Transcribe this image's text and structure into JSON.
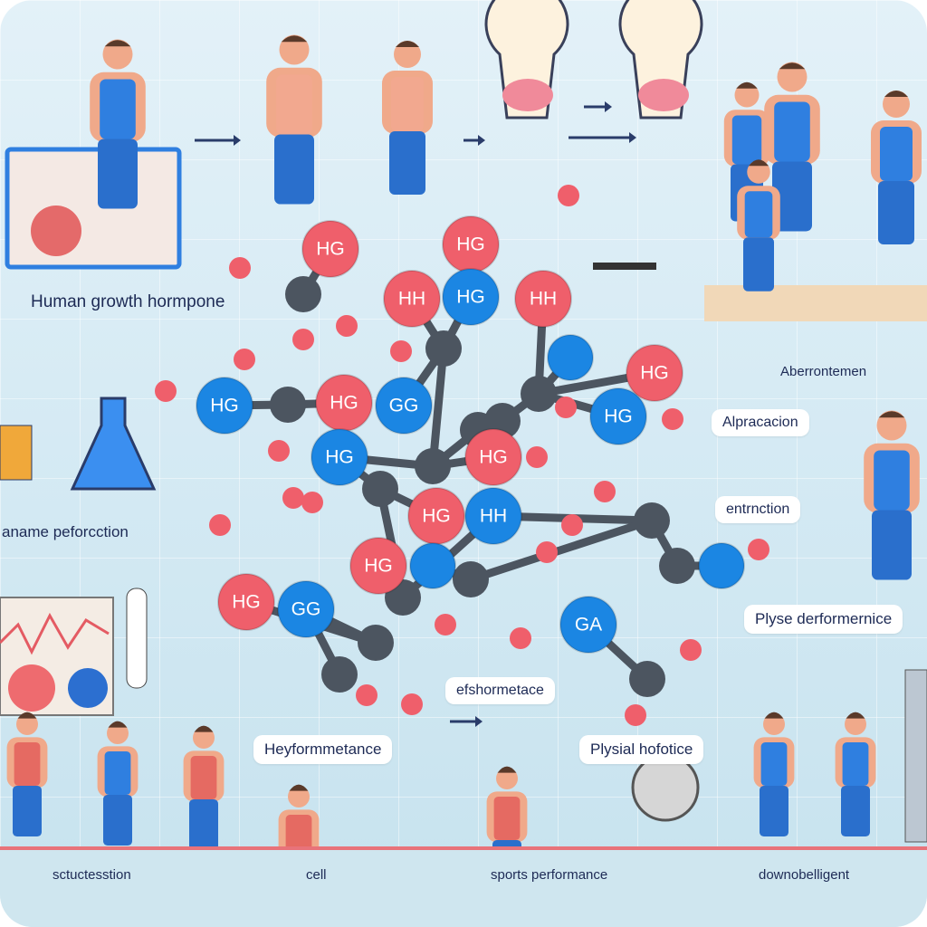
{
  "labels": {
    "hgh_title": "Human growth hormpone",
    "left_caption": "aname peforcction",
    "right_top_caption": "Aberrontemen",
    "bubble_alteration": "Alpracacion",
    "bubble_extraction": "entrnction",
    "bubble_physical": "Plyse derformernice",
    "bubble_center": "efshormetace",
    "bubble_heyformance": "Heyformmetance",
    "bubble_physial": "Plysial hofotice",
    "footer_1": "sctuctesstion",
    "footer_2": "cell",
    "footer_3": "sports performance",
    "footer_4": "downobelligent"
  },
  "atoms": [
    {
      "label": "HG",
      "color": "red"
    },
    {
      "label": "HG",
      "color": "red"
    },
    {
      "label": "HH",
      "color": "red"
    },
    {
      "label": "HG",
      "color": "blue"
    },
    {
      "label": "HH",
      "color": "red"
    },
    {
      "label": "",
      "color": "blue"
    },
    {
      "label": "HG",
      "color": "red"
    },
    {
      "label": "HG",
      "color": "blue"
    },
    {
      "label": "HG",
      "color": "red"
    },
    {
      "label": "GG",
      "color": "blue"
    },
    {
      "label": "HG",
      "color": "blue"
    },
    {
      "label": "HG",
      "color": "blue"
    },
    {
      "label": "HG",
      "color": "red"
    },
    {
      "label": "HG",
      "color": "red"
    },
    {
      "label": "HH",
      "color": "blue"
    },
    {
      "label": "HG",
      "color": "red"
    },
    {
      "label": "",
      "color": "blue"
    },
    {
      "label": "HG",
      "color": "red"
    },
    {
      "label": "GG",
      "color": "blue"
    },
    {
      "label": "GA",
      "color": "blue"
    },
    {
      "label": "",
      "color": "blue"
    }
  ],
  "colors": {
    "red": "#ef5f6b",
    "blue": "#1b86e3",
    "bond": "#4c5560",
    "tank": "#2f7fe0",
    "skin": "#f0a98a",
    "floor": "#e8737a"
  }
}
